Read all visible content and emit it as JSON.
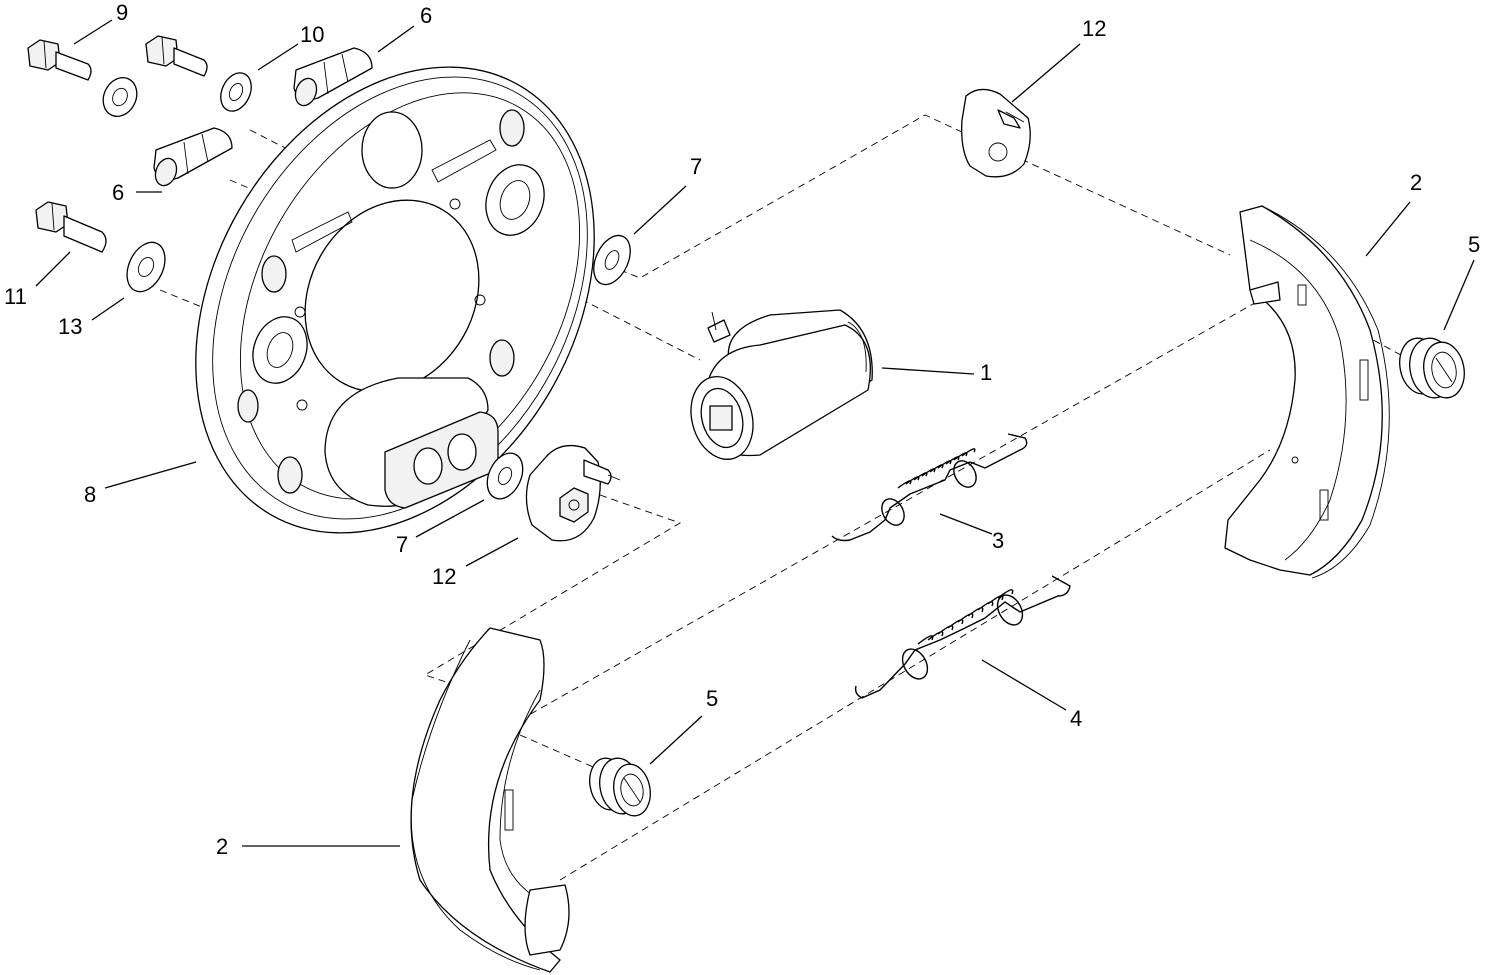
{
  "diagram": {
    "callouts": {
      "c1": "1",
      "c2_right": "2",
      "c2_left": "2",
      "c3": "3",
      "c4": "4",
      "c5_right": "5",
      "c5_bottom": "5",
      "c6_top": "6",
      "c6_left": "6",
      "c7_top": "7",
      "c7_bottom": "7",
      "c8": "8",
      "c9": "9",
      "c10": "10",
      "c11": "11",
      "c12_top": "12",
      "c12_bottom": "12",
      "c13": "13"
    }
  }
}
